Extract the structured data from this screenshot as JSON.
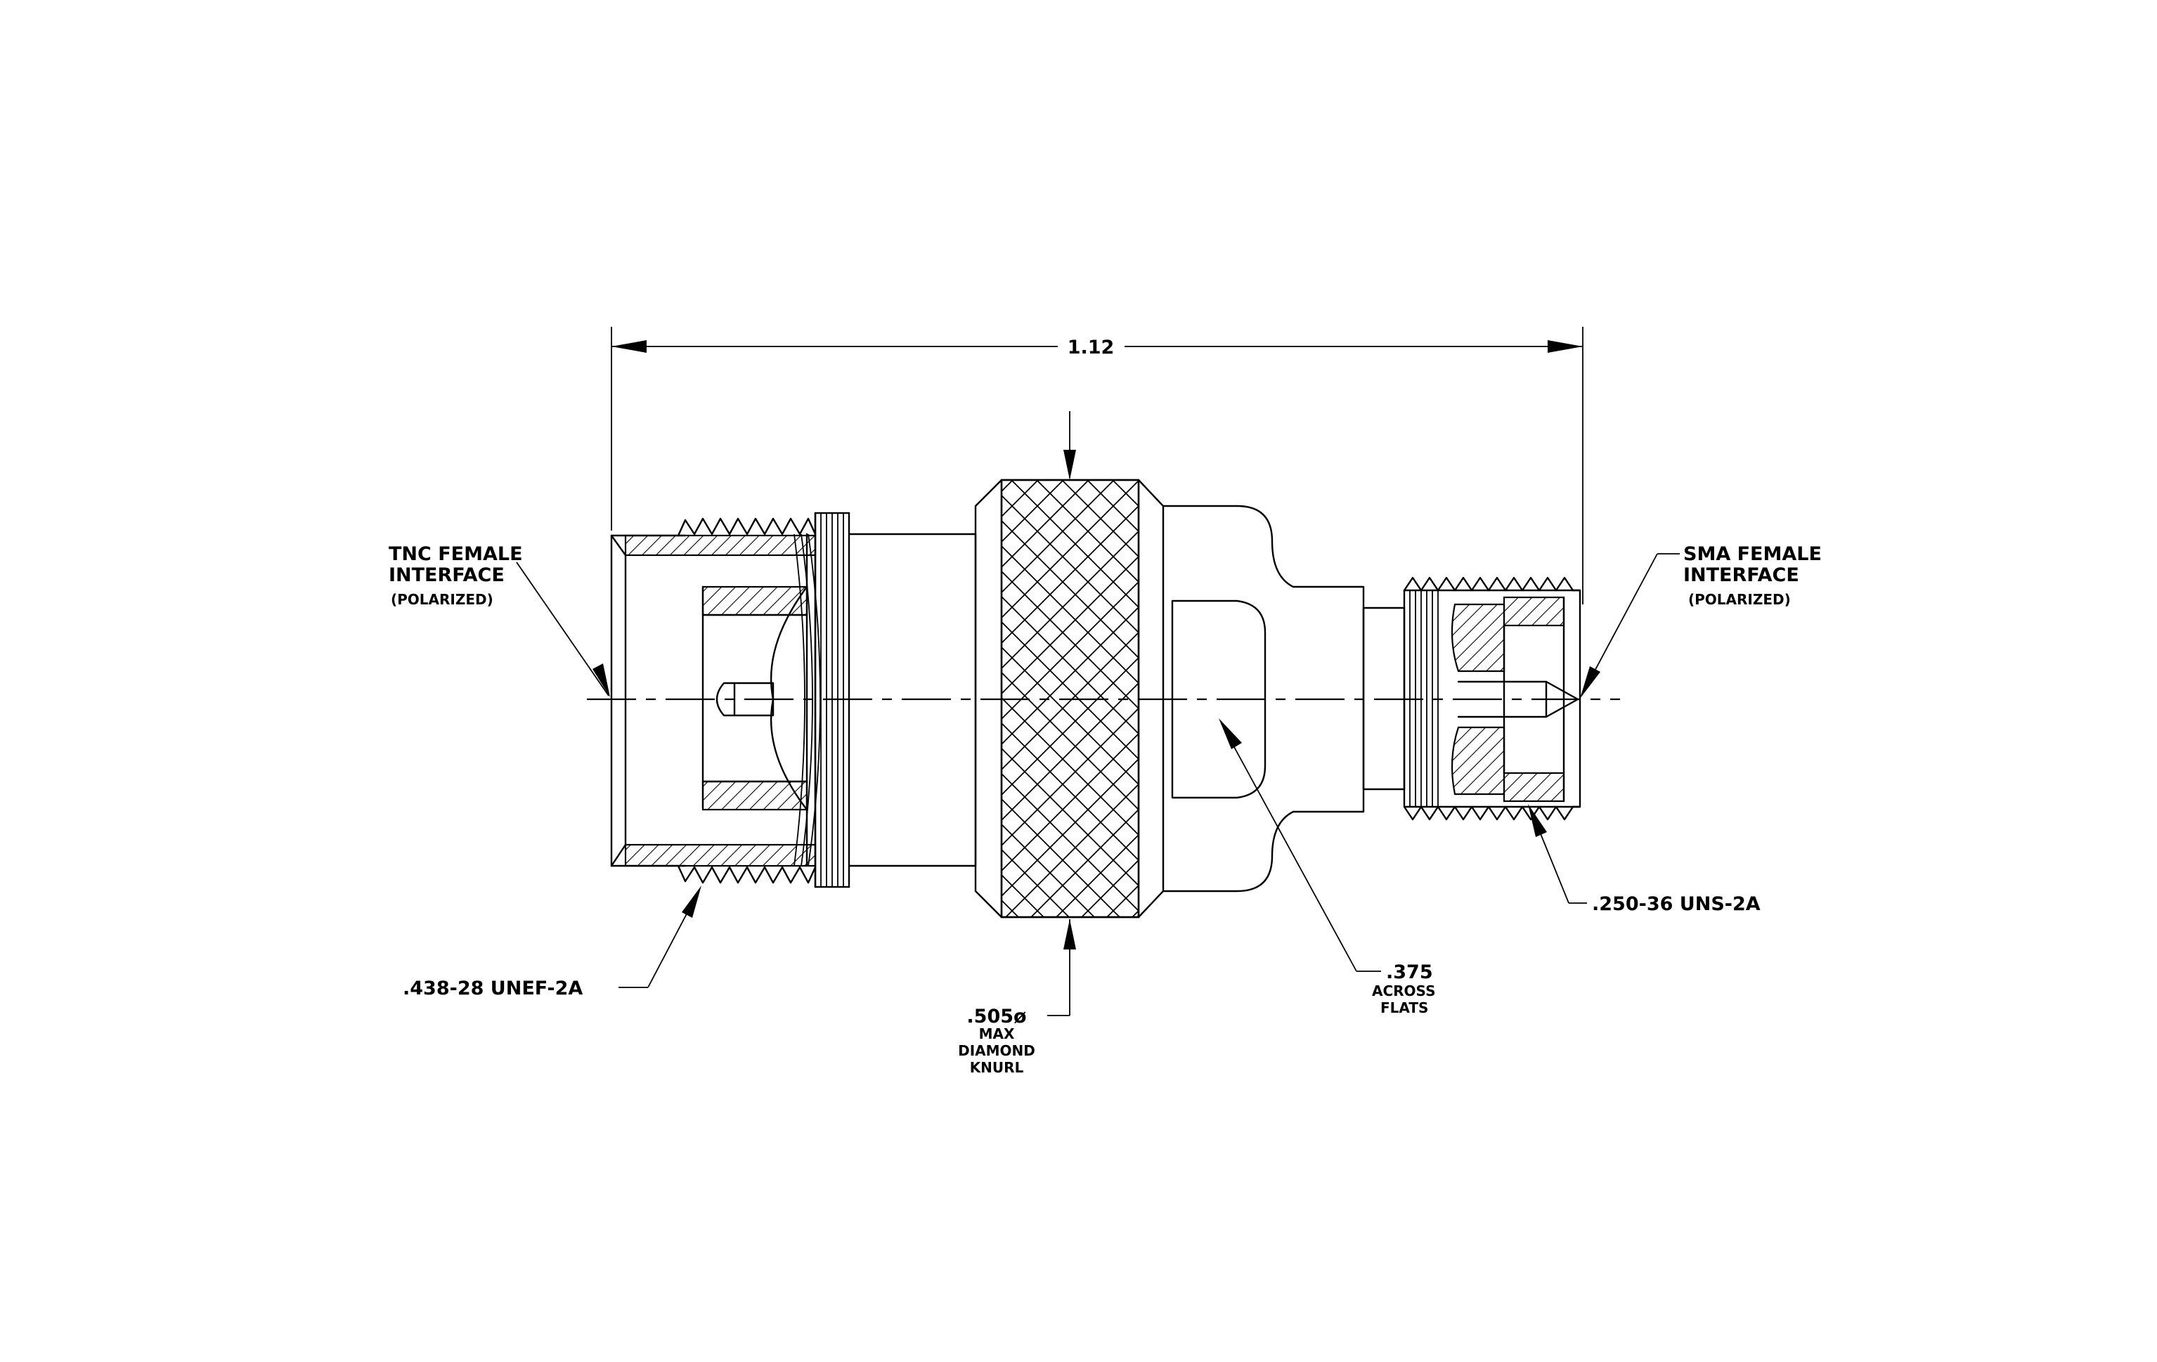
{
  "overall_length": "1.12",
  "labels": {
    "tnc_line1": "TNC FEMALE",
    "tnc_line2": "INTERFACE",
    "tnc_line3": "(POLARIZED)",
    "sma_line1": "SMA FEMALE",
    "sma_line2": "INTERFACE",
    "sma_line3": "(POLARIZED)",
    "thread_left": ".438-28 UNEF-2A",
    "thread_right": ".250-36 UNS-2A",
    "knurl_line1": ".505ø",
    "knurl_line2": "MAX",
    "knurl_line3": "DIAMOND",
    "knurl_line4": "KNURL",
    "flats_line1": ".375",
    "flats_line2": "ACROSS",
    "flats_line3": "FLATS"
  }
}
